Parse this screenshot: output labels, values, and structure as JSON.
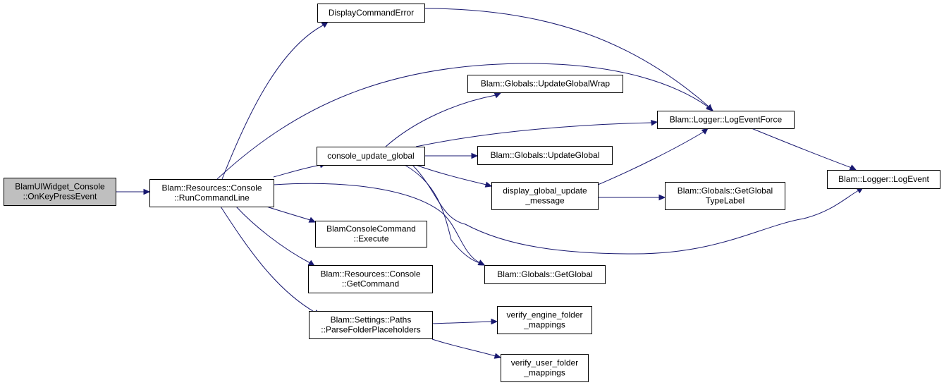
{
  "graph": {
    "nodes": [
      {
        "id": "root",
        "lines": [
          "BlamUIWidget_Console",
          "::OnKeyPressEvent"
        ],
        "root": true
      },
      {
        "id": "runcmd",
        "lines": [
          "Blam::Resources::Console",
          "::RunCommandLine"
        ]
      },
      {
        "id": "displayerr",
        "lines": [
          "DisplayCommandError"
        ]
      },
      {
        "id": "cug",
        "lines": [
          "console_update_global"
        ]
      },
      {
        "id": "exec",
        "lines": [
          "BlamConsoleCommand",
          "::Execute"
        ]
      },
      {
        "id": "getcmd",
        "lines": [
          "Blam::Resources::Console",
          "::GetCommand"
        ]
      },
      {
        "id": "pfp",
        "lines": [
          "Blam::Settings::Paths",
          "::ParseFolderPlaceholders"
        ]
      },
      {
        "id": "ugw",
        "lines": [
          "Blam::Globals::UpdateGlobalWrap"
        ]
      },
      {
        "id": "ug",
        "lines": [
          "Blam::Globals::UpdateGlobal"
        ]
      },
      {
        "id": "dgum",
        "lines": [
          "display_global_update",
          "_message"
        ]
      },
      {
        "id": "getglobal",
        "lines": [
          "Blam::Globals::GetGlobal"
        ]
      },
      {
        "id": "vefm",
        "lines": [
          "verify_engine_folder",
          "_mappings"
        ]
      },
      {
        "id": "vufm",
        "lines": [
          "verify_user_folder",
          "_mappings"
        ]
      },
      {
        "id": "lef",
        "lines": [
          "Blam::Logger::LogEventForce"
        ]
      },
      {
        "id": "ggtl",
        "lines": [
          "Blam::Globals::GetGlobal",
          "TypeLabel"
        ]
      },
      {
        "id": "le",
        "lines": [
          "Blam::Logger::LogEvent"
        ]
      }
    ],
    "edges": [
      [
        "root",
        "runcmd"
      ],
      [
        "runcmd",
        "displayerr"
      ],
      [
        "runcmd",
        "cug"
      ],
      [
        "runcmd",
        "exec"
      ],
      [
        "runcmd",
        "getcmd"
      ],
      [
        "runcmd",
        "pfp"
      ],
      [
        "runcmd",
        "lef"
      ],
      [
        "runcmd",
        "getglobal"
      ],
      [
        "displayerr",
        "lef"
      ],
      [
        "cug",
        "ugw"
      ],
      [
        "cug",
        "lef"
      ],
      [
        "cug",
        "ug"
      ],
      [
        "cug",
        "dgum"
      ],
      [
        "cug",
        "getglobal"
      ],
      [
        "cug",
        "le"
      ],
      [
        "dgum",
        "lef"
      ],
      [
        "dgum",
        "ggtl"
      ],
      [
        "lef",
        "le"
      ],
      [
        "pfp",
        "vefm"
      ],
      [
        "pfp",
        "vufm"
      ]
    ]
  }
}
